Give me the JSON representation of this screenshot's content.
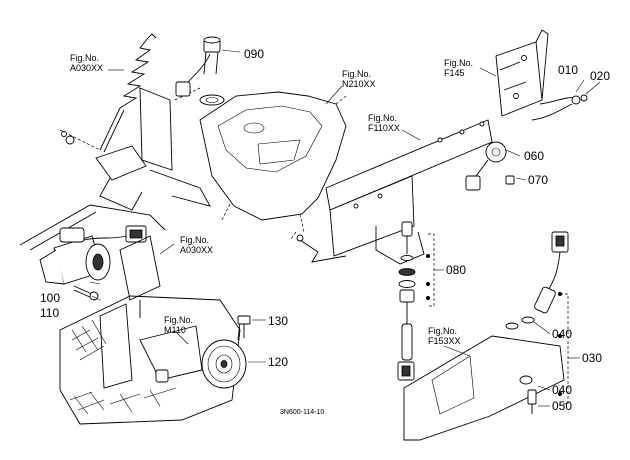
{
  "fig_refs": [
    {
      "id": "a030-top",
      "line1": "Fig.No.",
      "line2": "A030XX"
    },
    {
      "id": "n210",
      "line1": "Fig.No.",
      "line2": "N210XX"
    },
    {
      "id": "f145",
      "line1": "Fig.No.",
      "line2": "F145"
    },
    {
      "id": "f110",
      "line1": "Fig.No.",
      "line2": "F110XX"
    },
    {
      "id": "a030-mid",
      "line1": "Fig.No.",
      "line2": "A030XX"
    },
    {
      "id": "m110",
      "line1": "Fig.No.",
      "line2": "M110"
    },
    {
      "id": "f153",
      "line1": "Fig.No.",
      "line2": "F153XX"
    }
  ],
  "part_numbers": [
    "090",
    "010",
    "020",
    "060",
    "070",
    "080",
    "100",
    "110",
    "130",
    "120",
    "040",
    "030",
    "040",
    "050"
  ],
  "drawing_code": "3N600-114-10"
}
